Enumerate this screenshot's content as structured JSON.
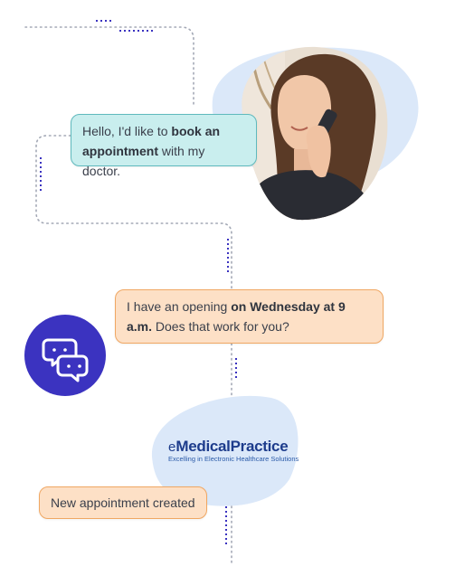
{
  "messages": {
    "patient": {
      "prefix": "Hello, I'd like to ",
      "bold": "book an appointment",
      "suffix": " with my doctor."
    },
    "practice": {
      "prefix": "I have an opening ",
      "bold": "on Wednesday at 9 a.m.",
      "suffix": " Does that work for you?"
    },
    "confirmation": "New appointment created"
  },
  "logo": {
    "mark": "e",
    "name": "MedicalPractice",
    "tagline": "Excelling in Electronic Healthcare Solutions"
  },
  "icons": {
    "chat": "chat-bubbles-icon"
  },
  "colors": {
    "teal_bubble": "#c9eeee",
    "teal_border": "#5fb9bd",
    "peach_bubble": "#fde0c6",
    "peach_border": "#f0a763",
    "accent_purple": "#3b33c0",
    "blob_blue": "#dbe8f9",
    "brand_blue": "#1d3c8c"
  }
}
